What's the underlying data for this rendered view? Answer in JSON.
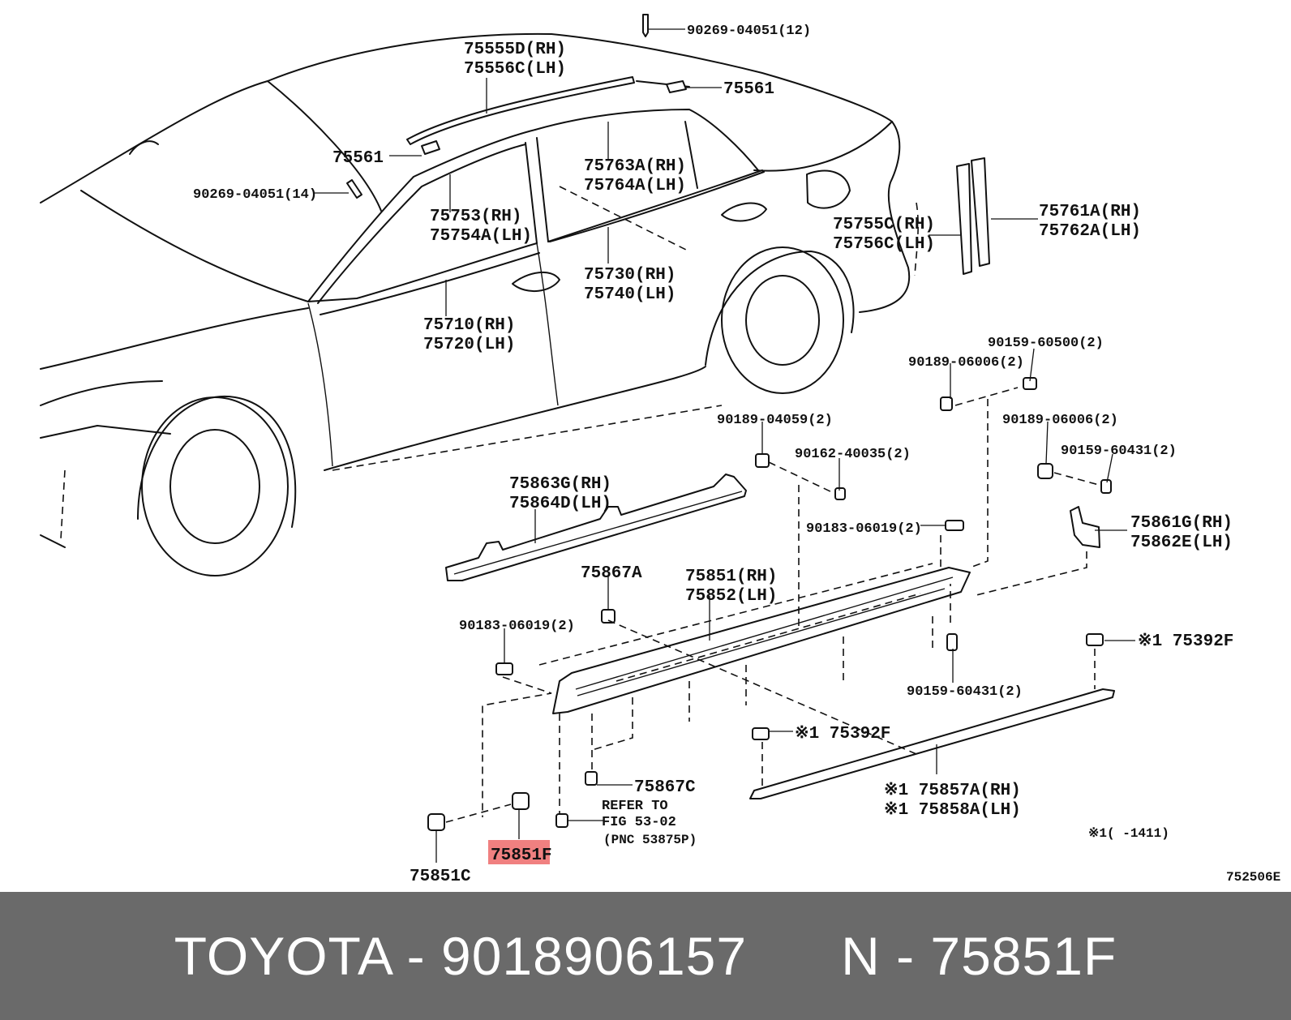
{
  "diagram": {
    "labels": {
      "l_90269_12": "90269-04051(12)",
      "l_75555d": "75555D(RH)",
      "l_75556c": "75556C(LH)",
      "l_75561_top": "75561",
      "l_75561_left": "75561",
      "l_90269_14": "90269-04051(14)",
      "l_75763a": "75763A(RH)",
      "l_75764a": "75764A(LH)",
      "l_75753": "75753(RH)",
      "l_75754a": "75754A(LH)",
      "l_75761a": "75761A(RH)",
      "l_75762a": "75762A(LH)",
      "l_75755c": "75755C(RH)",
      "l_75756c": "75756C(LH)",
      "l_75730": "75730(RH)",
      "l_75740": "75740(LH)",
      "l_75710": "75710(RH)",
      "l_75720": "75720(LH)",
      "l_90159_60500": "90159-60500(2)",
      "l_90189_06006_a": "90189-06006(2)",
      "l_90189_04059": "90189-04059(2)",
      "l_90189_06006_b": "90189-06006(2)",
      "l_90162_40035": "90162-40035(2)",
      "l_90159_60431_a": "90159-60431(2)",
      "l_75863g": "75863G(RH)",
      "l_75864d": "75864D(LH)",
      "l_90183_06019_a": "90183-06019(2)",
      "l_75861g": "75861G(RH)",
      "l_75862e": "75862E(LH)",
      "l_75867a": "75867A",
      "l_75851": "75851(RH)",
      "l_75852": "75852(LH)",
      "l_90183_06019_b": "90183-06019(2)",
      "l_75392f_a": "※1 75392F",
      "l_90159_60431_b": "90159-60431(2)",
      "l_75392f_b": "※1 75392F",
      "l_75857a": "※1 75857A(RH)",
      "l_75858a": "※1 75858A(LH)",
      "l_75867c": "75867C",
      "l_refer_to": "REFER TO",
      "l_fig": "FIG 53-02",
      "l_pnc": "(PNC 53875P)",
      "l_note": "※1(    -1411)",
      "l_75851c": "75851C",
      "l_75851f": "75851F",
      "l_figure_id": "752506E"
    },
    "colors": {
      "highlight": "#f08080",
      "footer_background": "#6a6a6a",
      "footer_text": "#ffffff"
    }
  },
  "footer": {
    "text": "TOYOTA - 9018906157      N - 75851F"
  }
}
